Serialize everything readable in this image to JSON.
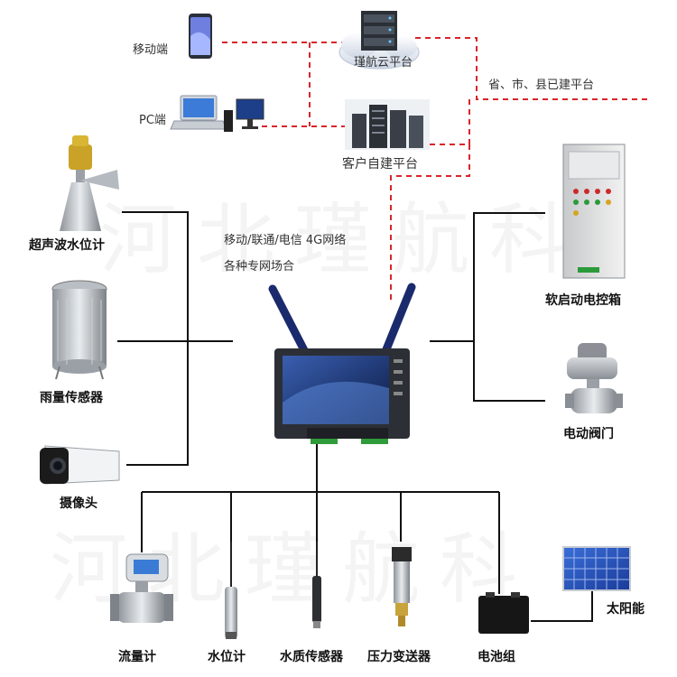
{
  "watermark": "河北瑾航科",
  "network": {
    "mobile_label": "移动端",
    "pc_label": "PC端",
    "cloud_label": "瑾航云平台",
    "client_label": "客户自建平台",
    "gov_label": "省、市、县已建平台",
    "carrier_line1": "移动/联通/电信 4G网络",
    "carrier_line2": "各种专网场合"
  },
  "left_devices": [
    "超声波水位计",
    "雨量传感器",
    "摄像头"
  ],
  "right_devices": [
    "软启动电控箱",
    "电动阀门"
  ],
  "bottom_devices": [
    "流量计",
    "水位计",
    "水质传感器",
    "压力变送器",
    "电池组",
    "太阳能"
  ],
  "colors": {
    "link_dash": "#d9252b",
    "wire": "#111111",
    "accent": "#1a2a6c"
  }
}
